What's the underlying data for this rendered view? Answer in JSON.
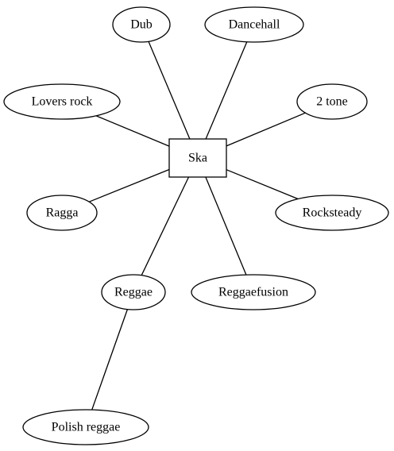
{
  "diagram": {
    "nodes": [
      {
        "id": "ska",
        "label": "Ska",
        "shape": "box"
      },
      {
        "id": "dub",
        "label": "Dub",
        "shape": "ellipse"
      },
      {
        "id": "dancehall",
        "label": "Dancehall",
        "shape": "ellipse"
      },
      {
        "id": "lovers_rock",
        "label": "Lovers rock",
        "shape": "ellipse"
      },
      {
        "id": "two_tone",
        "label": "2 tone",
        "shape": "ellipse"
      },
      {
        "id": "ragga",
        "label": "Ragga",
        "shape": "ellipse"
      },
      {
        "id": "rocksteady",
        "label": "Rocksteady",
        "shape": "ellipse"
      },
      {
        "id": "reggae",
        "label": "Reggae",
        "shape": "ellipse"
      },
      {
        "id": "reggaefusion",
        "label": "Reggaefusion",
        "shape": "ellipse"
      },
      {
        "id": "polish_reggae",
        "label": "Polish reggae",
        "shape": "ellipse"
      }
    ],
    "edges": [
      {
        "from": "ska",
        "to": "dub"
      },
      {
        "from": "ska",
        "to": "dancehall"
      },
      {
        "from": "ska",
        "to": "lovers_rock"
      },
      {
        "from": "ska",
        "to": "two_tone"
      },
      {
        "from": "ska",
        "to": "ragga"
      },
      {
        "from": "ska",
        "to": "rocksteady"
      },
      {
        "from": "ska",
        "to": "reggae"
      },
      {
        "from": "ska",
        "to": "reggaefusion"
      },
      {
        "from": "reggae",
        "to": "polish_reggae"
      }
    ]
  }
}
